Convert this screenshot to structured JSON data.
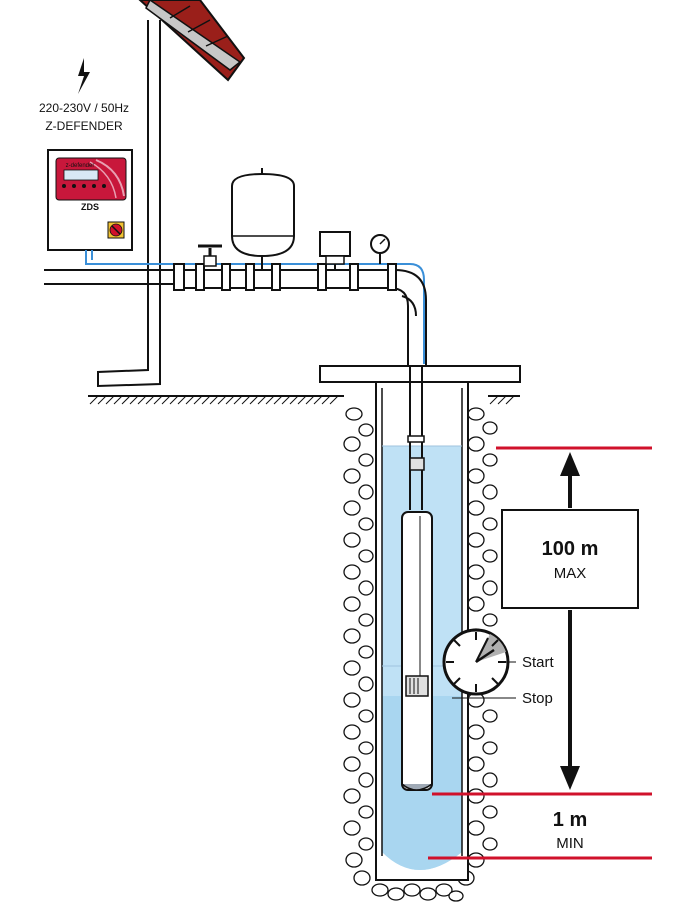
{
  "power": {
    "line1": "220-230V / 50Hz",
    "line2": "Z-DEFENDER"
  },
  "controller": {
    "brand": "z-defender",
    "logo": "ZDS"
  },
  "depth": {
    "max_value": "100 m",
    "max_label": "MAX",
    "min_value": "1 m",
    "min_label": "MIN"
  },
  "timer": {
    "start_label": "Start",
    "stop_label": "Stop"
  },
  "colors": {
    "red": "#d0112b",
    "water": "#bfe1f5",
    "cable": "#3a8fd8",
    "roof": "#9a1f1a"
  },
  "icons": [
    "lightning-icon",
    "clock-icon",
    "pressure-gauge-icon",
    "valve-icon"
  ]
}
